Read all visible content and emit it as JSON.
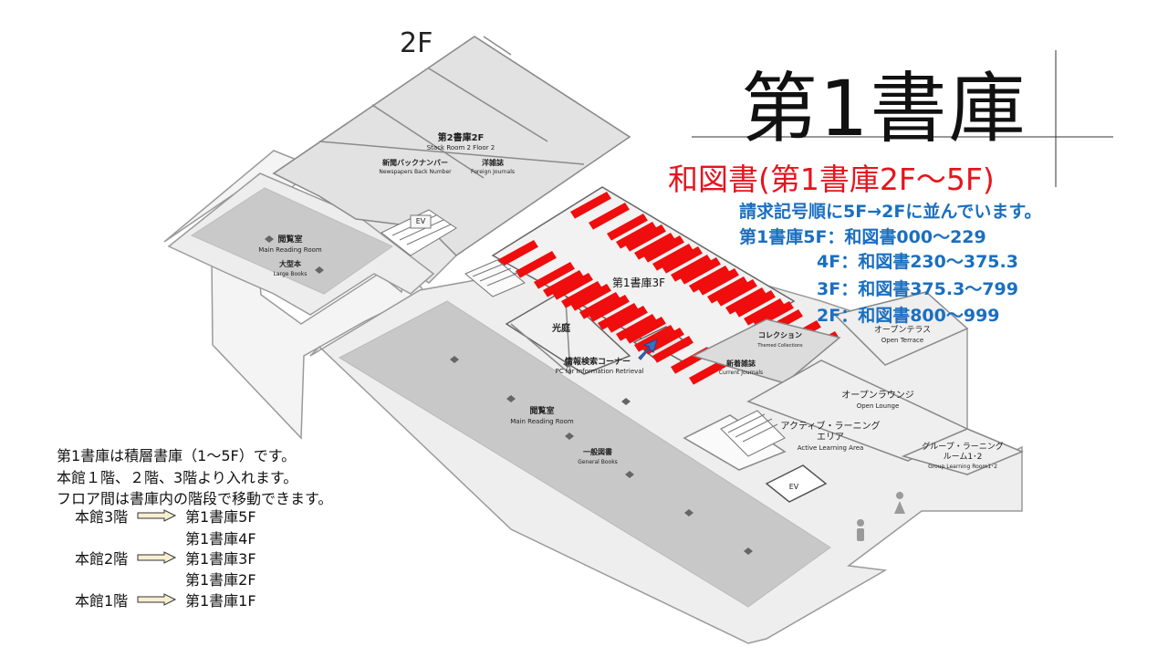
{
  "floor": "2F",
  "title": "第1書庫",
  "subtitle": "和図書(第1書庫2F～5F)",
  "order_note": "請求記号順に5F→2Fに並んでいます。",
  "ranges": [
    "第1書庫5F：和図書000～229",
    "4F：和図書230～375.3",
    "3F：和図書375.3～799",
    "2F：和図書800～999"
  ],
  "notes": [
    "第1書庫は積層書庫（1～5F）です。",
    "本館１階、２階、3階より入れます。",
    "フロア間は書庫内の階段で移動できます。"
  ],
  "routes": [
    {
      "from": "本館3階",
      "to": "第1書庫5F"
    },
    {
      "from": "",
      "to": "第1書庫4F"
    },
    {
      "from": "本館2階",
      "to": "第1書庫3F"
    },
    {
      "from": "",
      "to": "第1書庫2F"
    },
    {
      "from": "本館1階",
      "to": "第1書庫1F"
    }
  ],
  "map": {
    "stack2_jp": "第2書庫2F",
    "stack2_en": "Stack Room 2 Floor 2",
    "newspapers_jp": "新聞バックナンバー",
    "newspapers_en": "Newspapers Back Number",
    "foreign_jp": "洋雑誌",
    "foreign_en": "Foreign Journals",
    "ev": "EV",
    "reading_upper_jp": "閲覧室",
    "reading_upper_en": "Main Reading Room",
    "large_jp": "大型本",
    "large_en": "Large Books",
    "stack1_3f": "第1書庫3F",
    "courtyard": "光庭",
    "info_jp": "情報検索コーナー",
    "info_en": "PC for Information Retrieval",
    "collection_jp": "コレクション",
    "collection_en": "Themed Collections",
    "newjournals_jp": "新着雑誌",
    "newjournals_en": "Current Journals",
    "terrace_jp": "オープンテラス",
    "terrace_en": "Open Terrace",
    "lounge_jp": "オープンラウンジ",
    "lounge_en": "Open Lounge",
    "active1_jp": "アクティブ・ラーニング",
    "active2_jp": "エリア",
    "active_en": "Active Learning Area",
    "group1_jp": "グループ・ラーニング",
    "group2_jp": "ルーム1･2",
    "group_en": "Group Learning Room1･2",
    "reading_main_jp": "閲覧室",
    "reading_main_en": "Main Reading Room",
    "general_jp": "一般図書",
    "general_en": "General Books"
  },
  "colors": {
    "shelf": "#f00d0d",
    "title_red": "#e6141e",
    "info_blue": "#1a6fc0",
    "floor_gray": "#e6e6e6",
    "room_gray": "#c8c8c8",
    "arrow_blue": "#3a6fc4"
  },
  "icons": [
    "route-arrow-icon",
    "current-location-arrow-icon",
    "restroom-person-icon",
    "stairs-icon",
    "elevator-icon"
  ]
}
